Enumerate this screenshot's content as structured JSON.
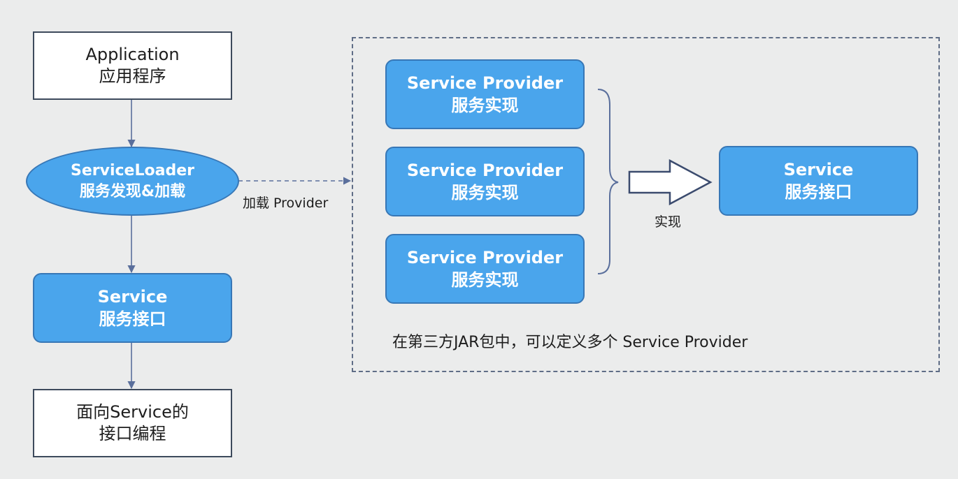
{
  "application": {
    "line1": "Application",
    "line2": "应用程序"
  },
  "service_loader": {
    "line1": "ServiceLoader",
    "line2": "服务发现&加载"
  },
  "service_left": {
    "line1": "Service",
    "line2": "服务接口"
  },
  "interface_programming": {
    "line1": "面向Service的",
    "line2": "接口编程"
  },
  "load_label": "加载 Provider",
  "providers": [
    {
      "line1": "Service Provider",
      "line2": "服务实现"
    },
    {
      "line1": "Service Provider",
      "line2": "服务实现"
    },
    {
      "line1": "Service Provider",
      "line2": "服务实现"
    }
  ],
  "implement_label": "实现",
  "service_right": {
    "line1": "Service",
    "line2": "服务接口"
  },
  "jar_note": "在第三方JAR包中，可以定义多个 Service Provider",
  "colors": {
    "node_fill": "#4aa5ec",
    "node_border": "#3777b6",
    "background": "#ebecec"
  }
}
